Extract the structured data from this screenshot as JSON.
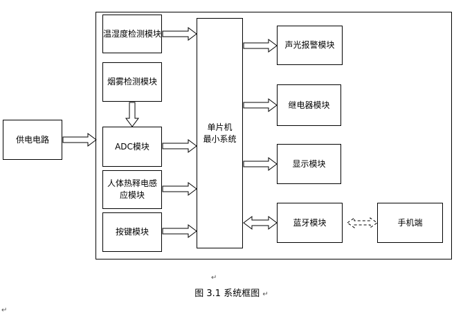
{
  "blocks": {
    "power": "供电电路",
    "temp_humidity": "温湿度检测模块",
    "smoke": "烟雾检测模块",
    "adc": "ADC模块",
    "pir": "人体热释电感应模块",
    "keys": "按键模块",
    "mcu_line1": "单片机",
    "mcu_line2": "最小系统",
    "alarm": "声光报警模块",
    "relay": "继电器模块",
    "display": "显示模块",
    "bluetooth": "蓝牙模块",
    "phone": "手机端"
  },
  "caption": "图 3.1 系统框图",
  "marks": {
    "para": "↵"
  }
}
